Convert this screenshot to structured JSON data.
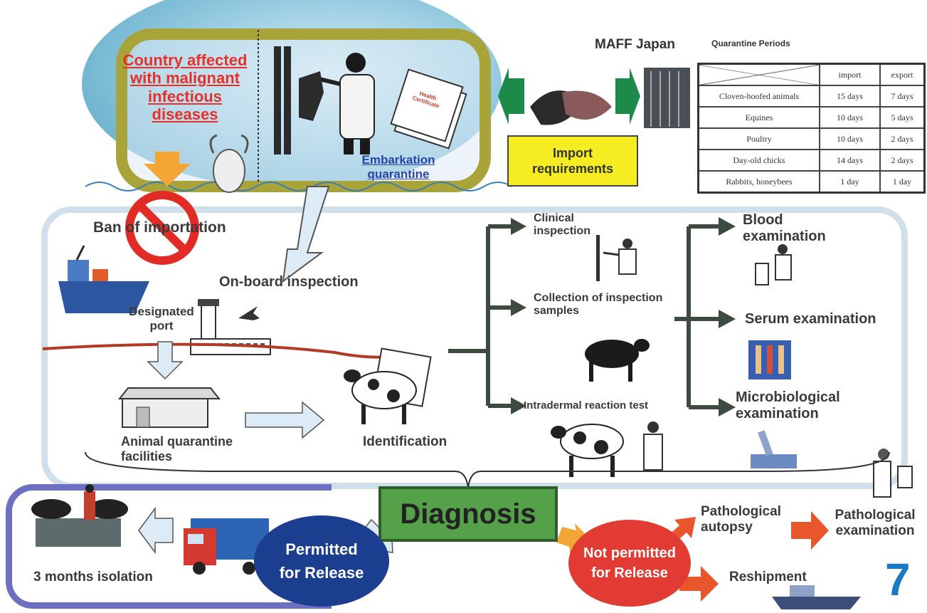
{
  "top": {
    "country_affected": "Country affected with malignant infectious diseases",
    "embarkation_quarantine": "Embarkation quarantine",
    "health_certificate": "Health Certificate",
    "maff_japan": "MAFF Japan",
    "import_requirements": "Import requirements",
    "ban_of_importation": "Ban of importation"
  },
  "quarantine_table": {
    "title": "Quarantine Periods",
    "headers": [
      "",
      "import",
      "export"
    ],
    "rows": [
      [
        "Cloven-hoofed animals",
        "15 days",
        "7 days"
      ],
      [
        "Equines",
        "10 days",
        "5 days"
      ],
      [
        "Poultry",
        "10 days",
        "2 days"
      ],
      [
        "Day-old chicks",
        "14 days",
        "2 days"
      ],
      [
        "Rabbits, honeybees",
        "1 day",
        "1 day"
      ]
    ]
  },
  "flow": {
    "on_board_inspection": "On-board inspection",
    "designated_port": "Designated port",
    "animal_quarantine_facilities": "Animal quarantine facilities",
    "identification": "Identification",
    "clinical_inspection": "Clinical inspection",
    "collection_samples": "Collection of inspection samples",
    "intradermal_test": "Intradermal reaction test",
    "blood_examination": "Blood examination",
    "serum_examination": "Serum examination",
    "microbiological_examination": "Microbiological examination"
  },
  "bottom": {
    "diagnosis": "Diagnosis",
    "permitted_for_release": "Permitted for Release",
    "not_permitted_for_release": "Not permitted for Release",
    "three_months_isolation": "3 months isolation",
    "pathological_autopsy": "Pathological autopsy",
    "pathological_examination": "Pathological examination",
    "reshipment": "Reshipment",
    "page_number": "7"
  },
  "colors": {
    "arrow_dark": "#3d4a40",
    "arrow_green": "#1e8a4a",
    "arrow_orange": "#e8562c",
    "arrow_light": "#dcebf5",
    "diagnosis_green": "#54a14a",
    "permitted_blue": "#1c3e8f",
    "not_permitted_red": "#e23b33",
    "page_number_blue": "#1b79c5"
  }
}
